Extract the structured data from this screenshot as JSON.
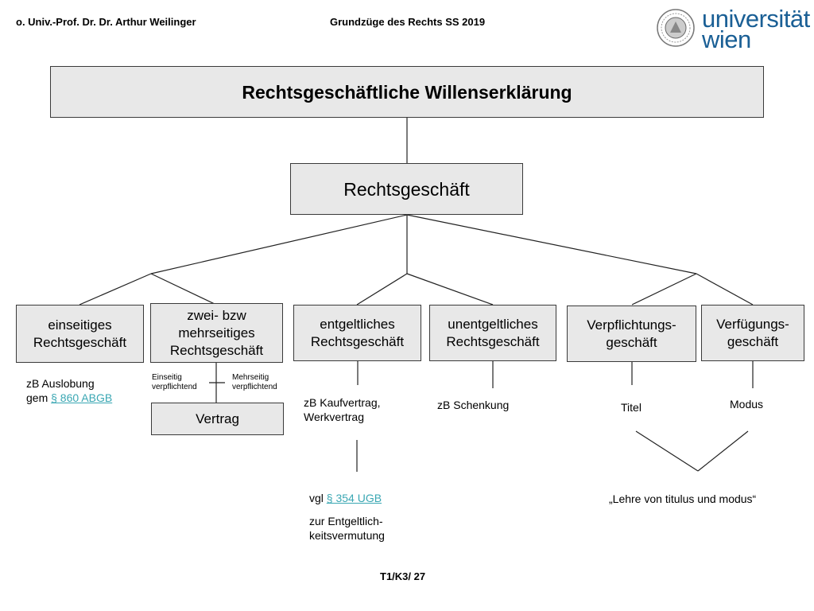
{
  "header": {
    "author": "o. Univ.-Prof. Dr. Dr. Arthur Weilinger",
    "course": "Grundzüge des Rechts SS 2019"
  },
  "logo": {
    "line1": "universität",
    "line2": "wien",
    "icon": "university-seal-icon",
    "color": "#1a5f95"
  },
  "diagram": {
    "top": "Rechtsgeschäftliche Willenserklärung",
    "middle": "Rechtsgeschäft",
    "categories": [
      "einseitiges\nRechtsgeschäft",
      "zwei- bzw\nmehrseitiges\nRechtsgeschäft",
      "entgeltliches\nRechtsgeschäft",
      "unentgeltliches\nRechtsgeschäft",
      "Verpflichtungs-\ngeschäft",
      "Verfügungs-\ngeschäft"
    ],
    "vertrag": "Vertrag",
    "einseitig": "Einseitig\nverpflichtend",
    "mehrseitig": "Mehrseitig\nverpflichtend",
    "auslobung_prefix": "zB Auslobung\ngem ",
    "auslobung_link": "§ 860 ABGB",
    "kaufvertrag": "zB Kaufvertrag,\nWerkvertrag",
    "vgl_prefix": "vgl ",
    "vgl_link": "§ 354 UGB",
    "entgeltlich": "zur Entgeltlich-\nkeitsvermutung",
    "schenkung": "zB Schenkung",
    "titel": "Titel",
    "modus": "Modus",
    "lehre": "„Lehre von titulus und modus“"
  },
  "footer": {
    "slide_number": "T1/K3/ 27"
  },
  "colors": {
    "box_fill": "#e8e8e8",
    "link": "#3aa7b3",
    "border": "#3a3a3a"
  }
}
